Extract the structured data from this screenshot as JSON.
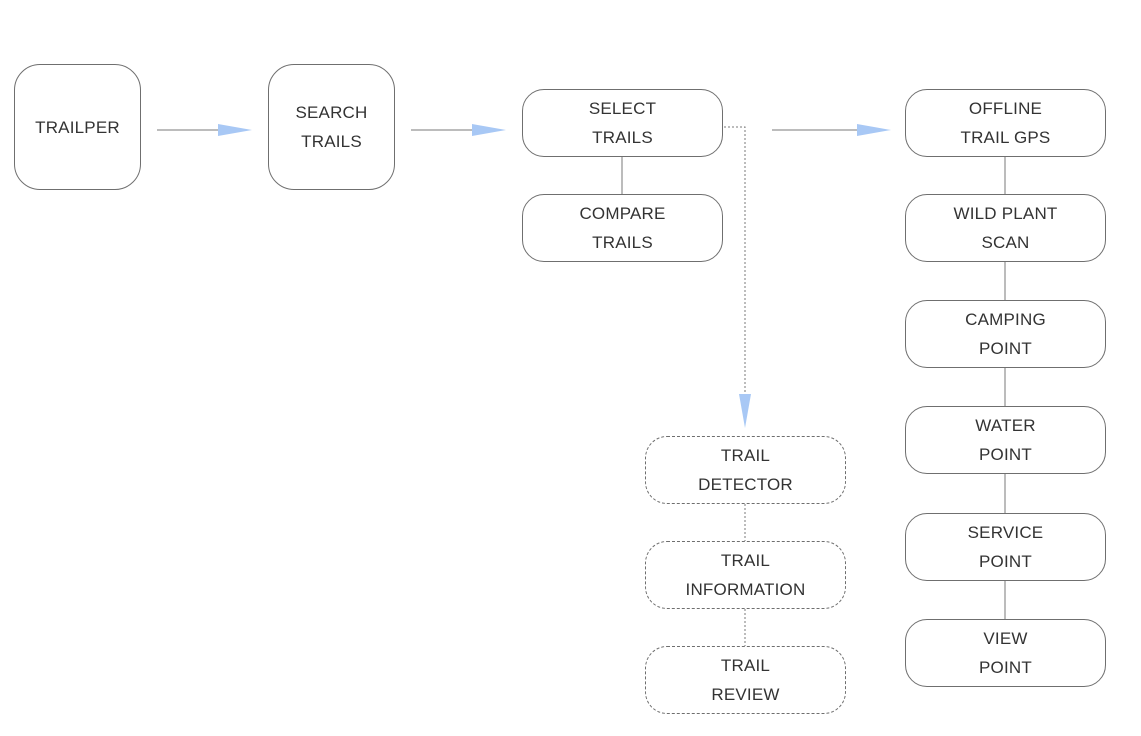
{
  "nodes": {
    "trailper": {
      "lines": [
        "TRAILPER"
      ]
    },
    "search_trails": {
      "lines": [
        "SEARCH",
        "TRAILS"
      ]
    },
    "select_trails": {
      "lines": [
        "SELECT",
        "TRAILS"
      ]
    },
    "compare_trails": {
      "lines": [
        "COMPARE",
        "TRAILS"
      ]
    },
    "trail_detector": {
      "lines": [
        "TRAIL",
        "DETECTOR"
      ]
    },
    "trail_information": {
      "lines": [
        "TRAIL",
        "INFORMATION"
      ]
    },
    "trail_review": {
      "lines": [
        "TRAIL",
        "REVIEW"
      ]
    },
    "offline_trail_gps": {
      "lines": [
        "OFFLINE",
        "TRAIL GPS"
      ]
    },
    "wild_plant_scan": {
      "lines": [
        "WILD PLANT",
        "SCAN"
      ]
    },
    "camping_point": {
      "lines": [
        "CAMPING",
        "POINT"
      ]
    },
    "water_point": {
      "lines": [
        "WATER",
        "POINT"
      ]
    },
    "service_point": {
      "lines": [
        "SERVICE",
        "POINT"
      ]
    },
    "view_point": {
      "lines": [
        "VIEW",
        "POINT"
      ]
    }
  },
  "colors": {
    "node_border": "#6f6f6f",
    "connector_line": "#7a7a7a",
    "arrow_head": "#a8c8f5",
    "text": "#333333"
  }
}
